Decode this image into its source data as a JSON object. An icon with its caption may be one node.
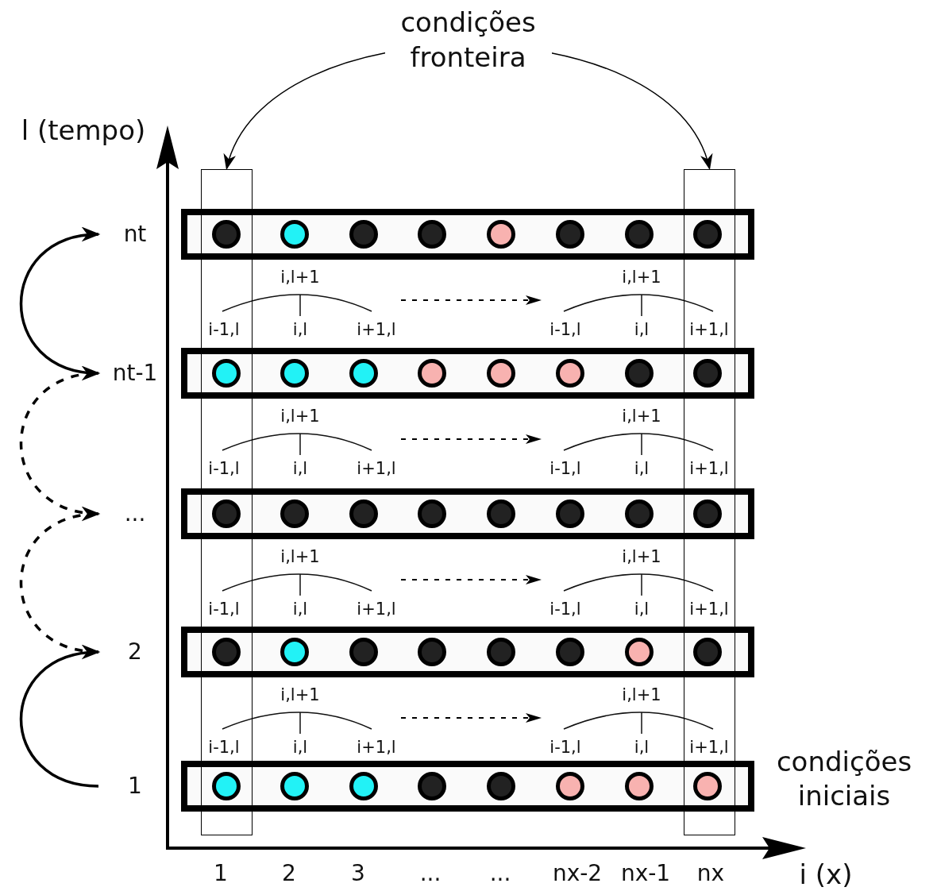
{
  "diagram": {
    "nodes": [
      {
        "text": [],
        "shape": "box"
      },
      {
        "text": [],
        "shape": "box"
      },
      {
        "text": [
          "nt"
        ]
      },
      {
        "text": [],
        "shape": "box"
      },
      {
        "text": [
          "nt-1"
        ]
      },
      {
        "text": [],
        "shape": "box"
      },
      {
        "text": [
          "..."
        ]
      },
      {
        "text": [],
        "shape": "box"
      },
      {
        "text": [
          "2"
        ]
      },
      {
        "text": [],
        "shape": "box"
      },
      {
        "text": [
          "1"
        ]
      },
      {
        "text": [],
        "shape": "box",
        "beside": [
          "condições iniciais"
        ]
      }
    ],
    "edges": [
      {
        "from": 0,
        "to": 1,
        "arrow": "both",
        "label": "condições fronteira"
      },
      {
        "from": 10,
        "to": 8,
        "arrow": "to"
      },
      {
        "from": 8,
        "to": 6,
        "arrow": "to",
        "style": "dashed"
      },
      {
        "from": 6,
        "to": 4,
        "arrow": "to",
        "style": "dashed"
      },
      {
        "from": 4,
        "to": 2,
        "arrow": "to"
      }
    ],
    "labels": [
      "l (tempo)",
      "i,l+1",
      "i,l+1",
      "i-1,l",
      "i,l",
      "i+1,l",
      "i-1,l",
      "i,l",
      "i+1,l",
      "i,l+1",
      "i,l+1",
      "i-1,l",
      "i,l",
      "i+1,l",
      "i-1,l",
      "i,l",
      "i+1,l",
      "i,l+1",
      "i,l+1",
      "i-1,l",
      "i,l",
      "i+1,l",
      "i-1,l",
      "i,l",
      "i+1,l",
      "i,l+1",
      "i,l+1",
      "i-1,l",
      "i,l",
      "i+1,l",
      "i-1,l",
      "i,l",
      "i+1,l",
      "1",
      "2",
      "3",
      "...",
      "...",
      "nx-2",
      "nx-1",
      "nx",
      "i (x)"
    ]
  }
}
